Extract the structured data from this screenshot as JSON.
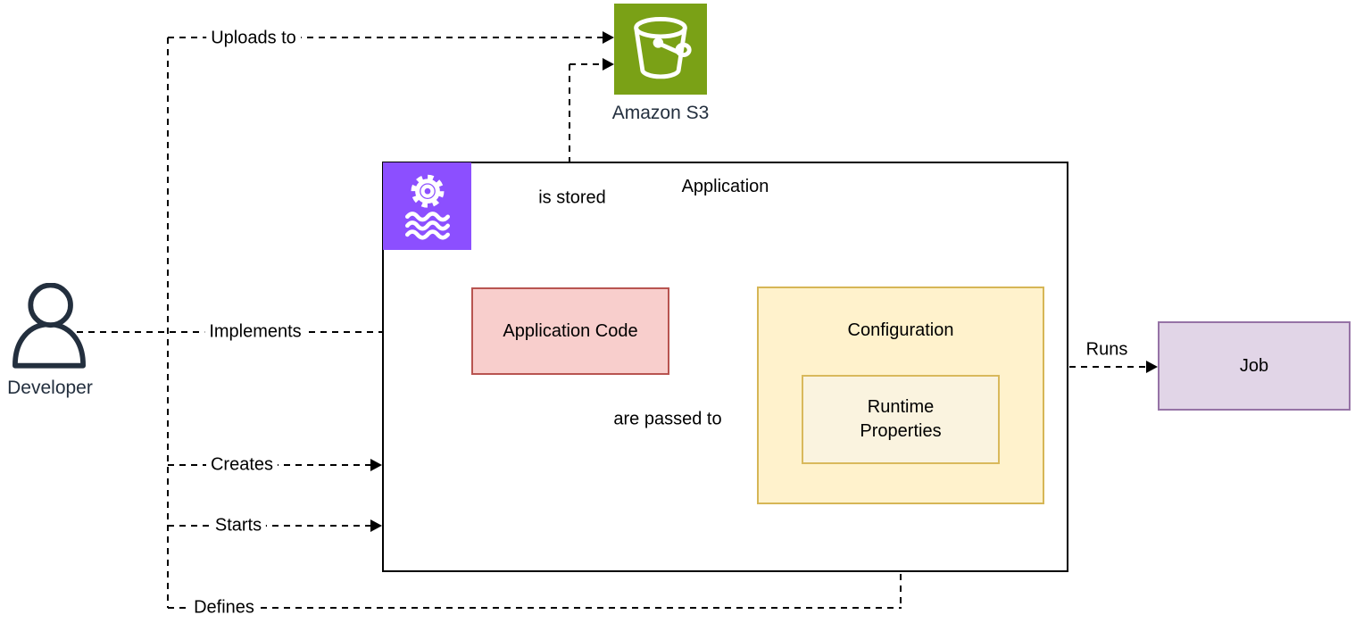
{
  "diagram": {
    "nodes": {
      "developer": {
        "label": "Developer",
        "icon": "person-icon"
      },
      "amazon_s3": {
        "label": "Amazon S3",
        "icon": "s3-bucket-icon"
      },
      "application": {
        "label": "Application",
        "icon": "managed-flink-icon"
      },
      "application_code": {
        "label": "Application Code"
      },
      "configuration": {
        "label": "Configuration"
      },
      "runtime_properties": {
        "label": "Runtime Properties"
      },
      "job": {
        "label": "Job"
      }
    },
    "edges": {
      "uploads_to": {
        "label": "Uploads to",
        "from": "developer",
        "to": "amazon_s3"
      },
      "is_stored": {
        "label": "is stored",
        "from": "application_code",
        "to": "amazon_s3"
      },
      "implements": {
        "label": "Implements",
        "from": "developer",
        "to": "application_code"
      },
      "creates": {
        "label": "Creates",
        "from": "developer",
        "to": "application"
      },
      "starts": {
        "label": "Starts",
        "from": "developer",
        "to": "application"
      },
      "defines": {
        "label": "Defines",
        "from": "developer",
        "to": "configuration"
      },
      "are_passed_to": {
        "label": "are passed to",
        "from": "runtime_properties",
        "to": "application_code"
      },
      "runs": {
        "label": "Runs",
        "from": "application",
        "to": "job"
      }
    }
  },
  "colors": {
    "s3-green": "#7AA116",
    "flink-purple": "#8C4FFF",
    "code-fill": "#F8CECC",
    "code-stroke": "#B85450",
    "config-fill": "#FFF2CC",
    "config-stroke": "#D6B656",
    "runtime-fill": "#FAF3DF",
    "runtime-stroke": "#D9B95C",
    "job-fill": "#E1D5E7",
    "job-stroke": "#9673A6",
    "dark-label": "#232F3E",
    "line-color": "#000000"
  }
}
